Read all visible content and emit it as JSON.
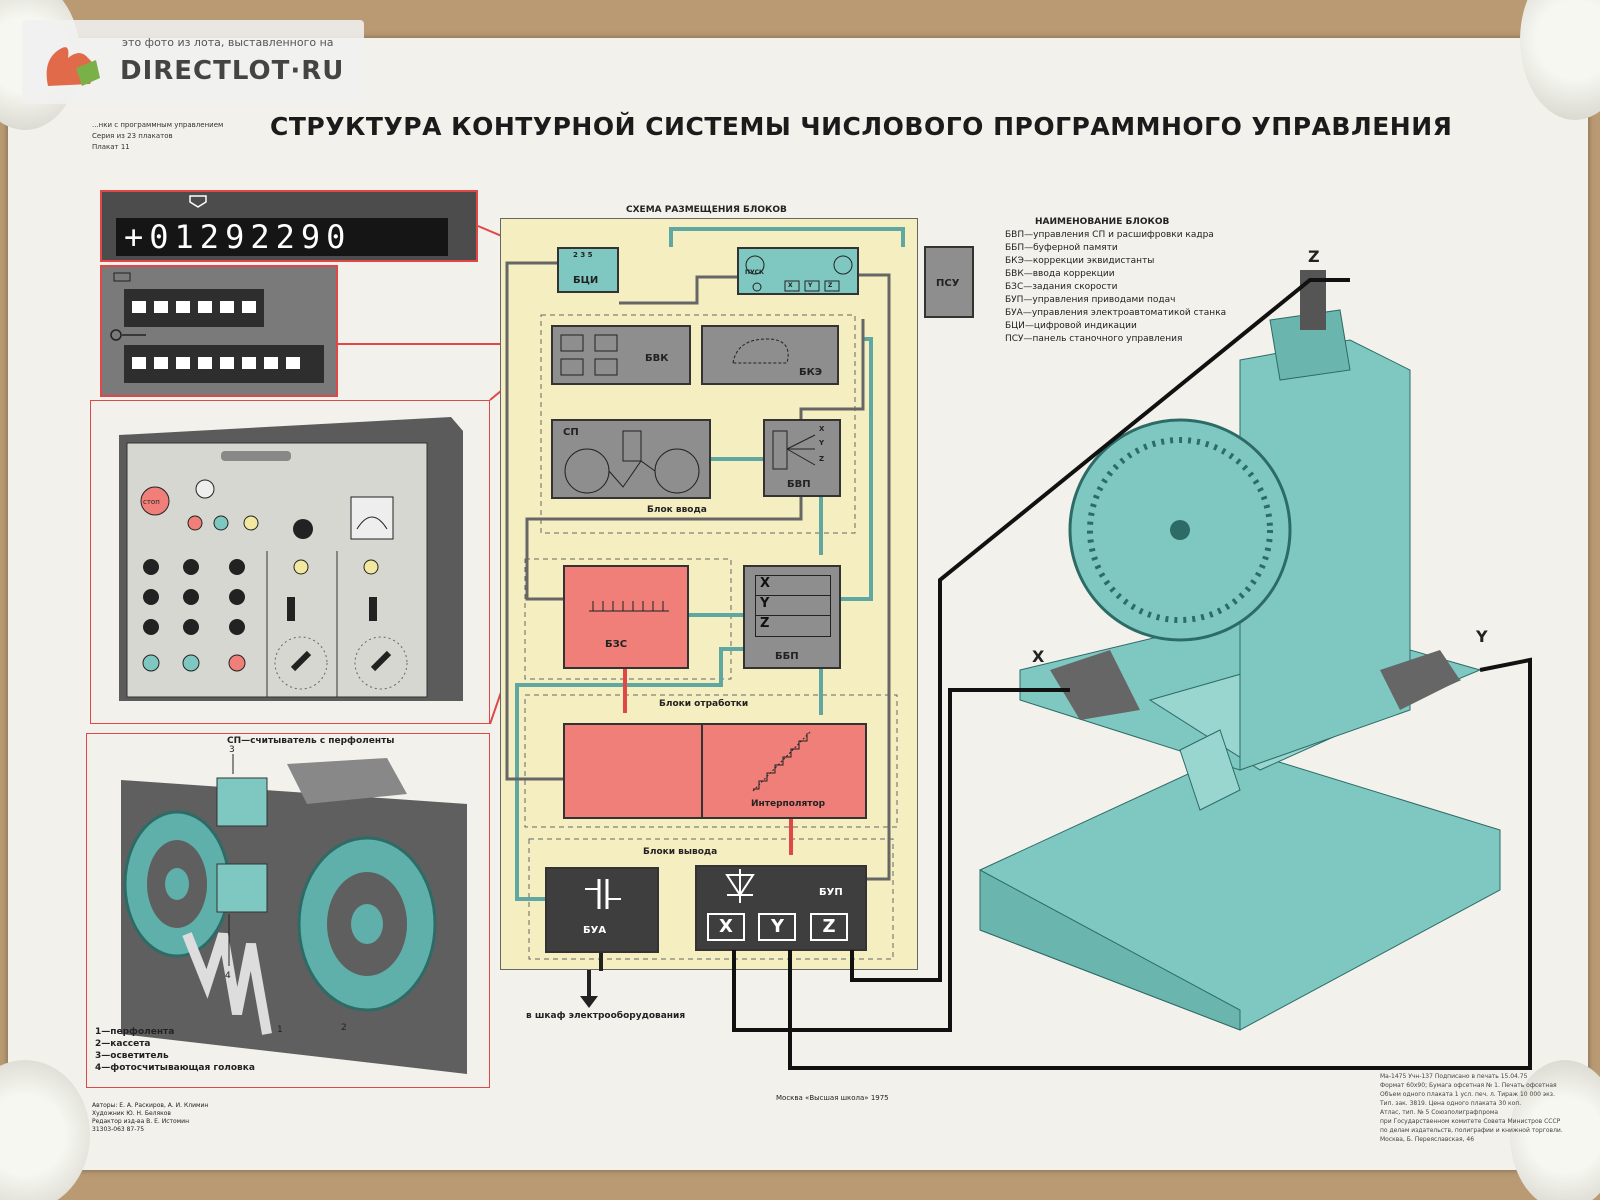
{
  "watermark": {
    "caption": "это фото из лота, выставленного на",
    "site": "DIRECTLOT·RU"
  },
  "header": {
    "title": "СТРУКТУРА КОНТУРНОЙ СИСТЕМЫ ЧИСЛОВОГО ПРОГРАММНОГО УПРАВЛЕНИЯ",
    "series_line1": "...нки с программным управлением",
    "series_line2": "Серия из 23 плакатов",
    "series_line3": "Плакат 11"
  },
  "display": {
    "value": "+01292290"
  },
  "reader": {
    "title": "СП—считыватель с перфоленты",
    "legend": [
      "1—перфолента",
      "2—кассета",
      "3—осветитель",
      "4—фотосчитывающая головка"
    ],
    "callouts": [
      "1",
      "2",
      "3",
      "4"
    ]
  },
  "control_panel": {
    "stop_label": "стоп"
  },
  "schema": {
    "title": "СХЕМА РАЗМЕЩЕНИЯ БЛОКОВ",
    "blocks": {
      "bci": "БЦИ",
      "psu": "ПСУ",
      "pusk": "ПУСК",
      "bvk": "БВК",
      "bke": "БКЭ",
      "sp": "СП",
      "bvp": "БВП",
      "bzs": "БЗС",
      "bbp": "ББП",
      "bua": "БУА",
      "bup": "БУП",
      "interp": "Интерполятор"
    },
    "groups": {
      "input": "Блок ввода",
      "processing": "Блоки отработки",
      "output": "Блоки вывода"
    },
    "axes": [
      "X",
      "Y",
      "Z"
    ],
    "bci_digits": [
      "2",
      "3",
      "5"
    ],
    "to_cabinet": "в шкаф электрооборудования"
  },
  "legend": {
    "title": "НАИМЕНОВАНИЕ БЛОКОВ",
    "items": [
      "БВП—управления СП и расшифровки кадра",
      "ББП—буферной памяти",
      "БКЭ—коррекции эквидистанты",
      "БВК—ввода коррекции",
      "БЗС—задания скорости",
      "БУП—управления приводами подач",
      "БУА—управления электроавтоматикой станка",
      "БЦИ—цифровой индикации",
      "ПСУ—панель станочного управления"
    ]
  },
  "machine": {
    "axis_x": "X",
    "axis_y": "Y",
    "axis_z": "Z"
  },
  "footer": {
    "authors": "Авторы: Е. А. Раскиров, А. И. Климин",
    "artist": "Художник Ю. Н. Беляков",
    "editor": "Редактор изд-ва В. Е. Истомин",
    "codes": "31303-063    87-75",
    "publisher": "Москва «Высшая школа» 1975",
    "imprint": [
      "Ма-1475   Учн-137 Подписано в печать 15.04.75",
      "Формат 60x90; Бумага офсетная № 1. Печать офсетная",
      "Объем одного плаката 1 усл. печ. л. Тираж 10 000 экз.",
      "Тип. зак. 3819. Цена одного плаката 30 коп.",
      "Атлас, тип. № 5 Союзполиграфпрома",
      "при Государственном комитете Совета Министров СССР",
      "по делам издательств, полиграфии и книжной торговли.",
      "Москва, Б. Переяславская, 46"
    ]
  }
}
